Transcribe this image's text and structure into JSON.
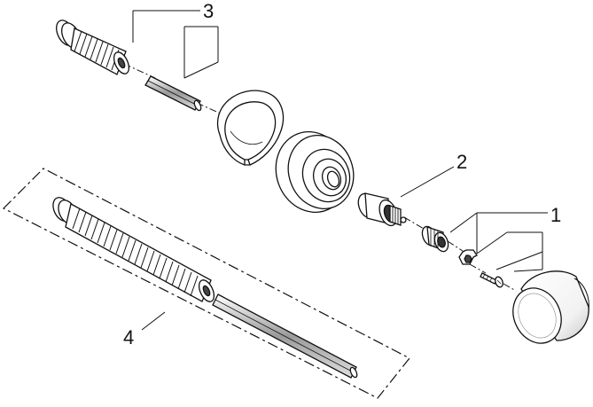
{
  "callouts": {
    "part_1": "1",
    "part_2": "2",
    "part_3": "3",
    "part_4": "4"
  },
  "colors": {
    "line": "#111111",
    "fill": "#ffffff",
    "shade": "#dcdcdc",
    "dark": "#555555"
  }
}
